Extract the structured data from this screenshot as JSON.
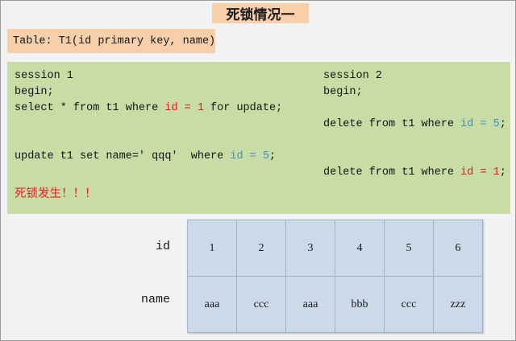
{
  "title": {
    "text": "死锁情况一"
  },
  "schema": {
    "text": "Table: T1(id primary key, name)"
  },
  "sessions": {
    "left": {
      "lines": [
        {
          "pre": "session 1",
          "hl": "",
          "hl_color": "",
          "post": ""
        },
        {
          "pre": "begin;",
          "hl": "",
          "hl_color": "",
          "post": ""
        },
        {
          "pre": "select * from t1 where ",
          "hl": "id = 1",
          "hl_color": "red",
          "post": " for update;"
        },
        {
          "pre": "",
          "hl": "",
          "hl_color": "",
          "post": ""
        },
        {
          "pre": "",
          "hl": "",
          "hl_color": "",
          "post": ""
        },
        {
          "pre": "update t1 set name=' qqq'  where ",
          "hl": "id = 5",
          "hl_color": "blue",
          "post": ";"
        }
      ]
    },
    "right": {
      "lines": [
        {
          "pre": "session 2",
          "hl": "",
          "hl_color": "",
          "post": ""
        },
        {
          "pre": "begin;",
          "hl": "",
          "hl_color": "",
          "post": ""
        },
        {
          "pre": "",
          "hl": "",
          "hl_color": "",
          "post": ""
        },
        {
          "pre": "delete from t1 where ",
          "hl": "id = 5",
          "hl_color": "blue",
          "post": ";"
        },
        {
          "pre": "",
          "hl": "",
          "hl_color": "",
          "post": ""
        },
        {
          "pre": "",
          "hl": "",
          "hl_color": "",
          "post": ""
        },
        {
          "pre": "delete from t1 where ",
          "hl": "id = 1",
          "hl_color": "red",
          "post": ";"
        }
      ]
    },
    "deadlock_text": "死锁发生！！！"
  },
  "data_table": {
    "rows": [
      {
        "label": "id",
        "cells": [
          "1",
          "2",
          "3",
          "4",
          "5",
          "6"
        ]
      },
      {
        "label": "name",
        "cells": [
          "aaa",
          "ccc",
          "aaa",
          "bbb",
          "ccc",
          "zzz"
        ]
      }
    ]
  },
  "colors": {
    "page_background": "#f2f2f2",
    "title_background": "#f8cfab",
    "schema_background": "#f8cfab",
    "session_panel": "#c8dca5",
    "table_cell": "#ccd9e8",
    "highlight_red": "#e8161a",
    "highlight_blue": "#3b8fd9",
    "deadlock_red": "#ef1a1c"
  }
}
